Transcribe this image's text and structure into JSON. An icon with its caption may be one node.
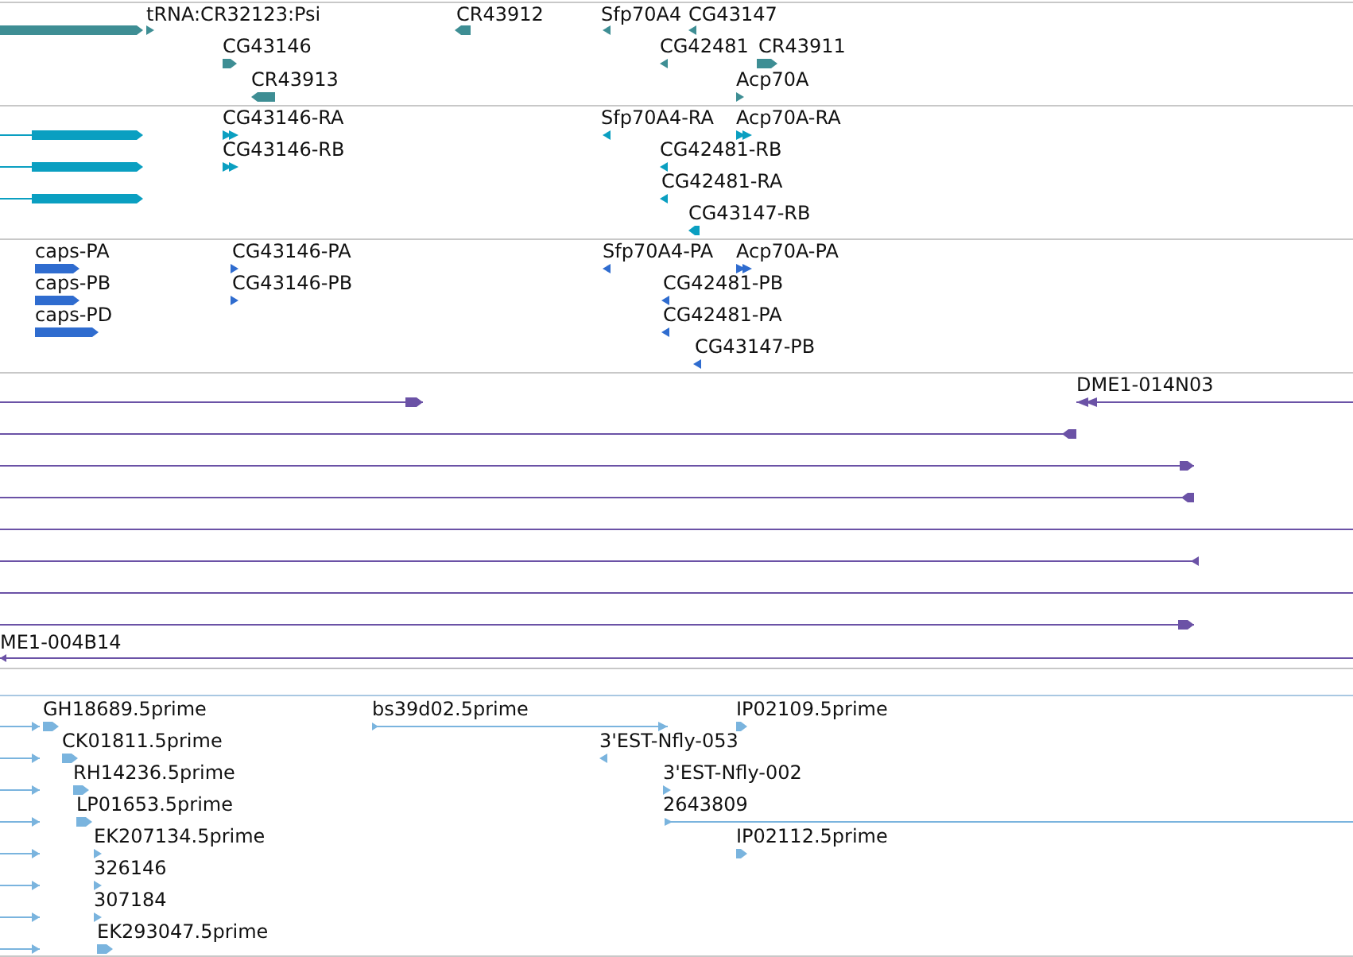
{
  "diagram": {
    "labels": [
      "tRNA:CR32123:Psi",
      "CR43912",
      "Sfp70A4",
      "CG43147",
      "CG43146",
      "CG42481",
      "CR43911",
      "CR43913",
      "Acp70A",
      "CG43146-RA",
      "Sfp70A4-RA",
      "Acp70A-RA",
      "CG43146-RB",
      "CG42481-RB",
      "CG42481-RA",
      "CG43147-RB",
      "caps-PA",
      "CG43146-PA",
      "Sfp70A4-PA",
      "Acp70A-PA",
      "caps-PB",
      "CG43146-PB",
      "CG42481-PB",
      "caps-PD",
      "CG42481-PA",
      "CG43147-PB",
      "DME1-014N03",
      "ME1-004B14",
      "GH18689.5prime",
      "bs39d02.5prime",
      "IP02109.5prime",
      "CK01811.5prime",
      "3'EST-Nfly-053",
      "RH14236.5prime",
      "3'EST-Nfly-002",
      "LP01653.5prime",
      "2643809",
      "EK207134.5prime",
      "IP02112.5prime",
      "326146",
      "307184",
      "EK293047.5prime"
    ]
  }
}
